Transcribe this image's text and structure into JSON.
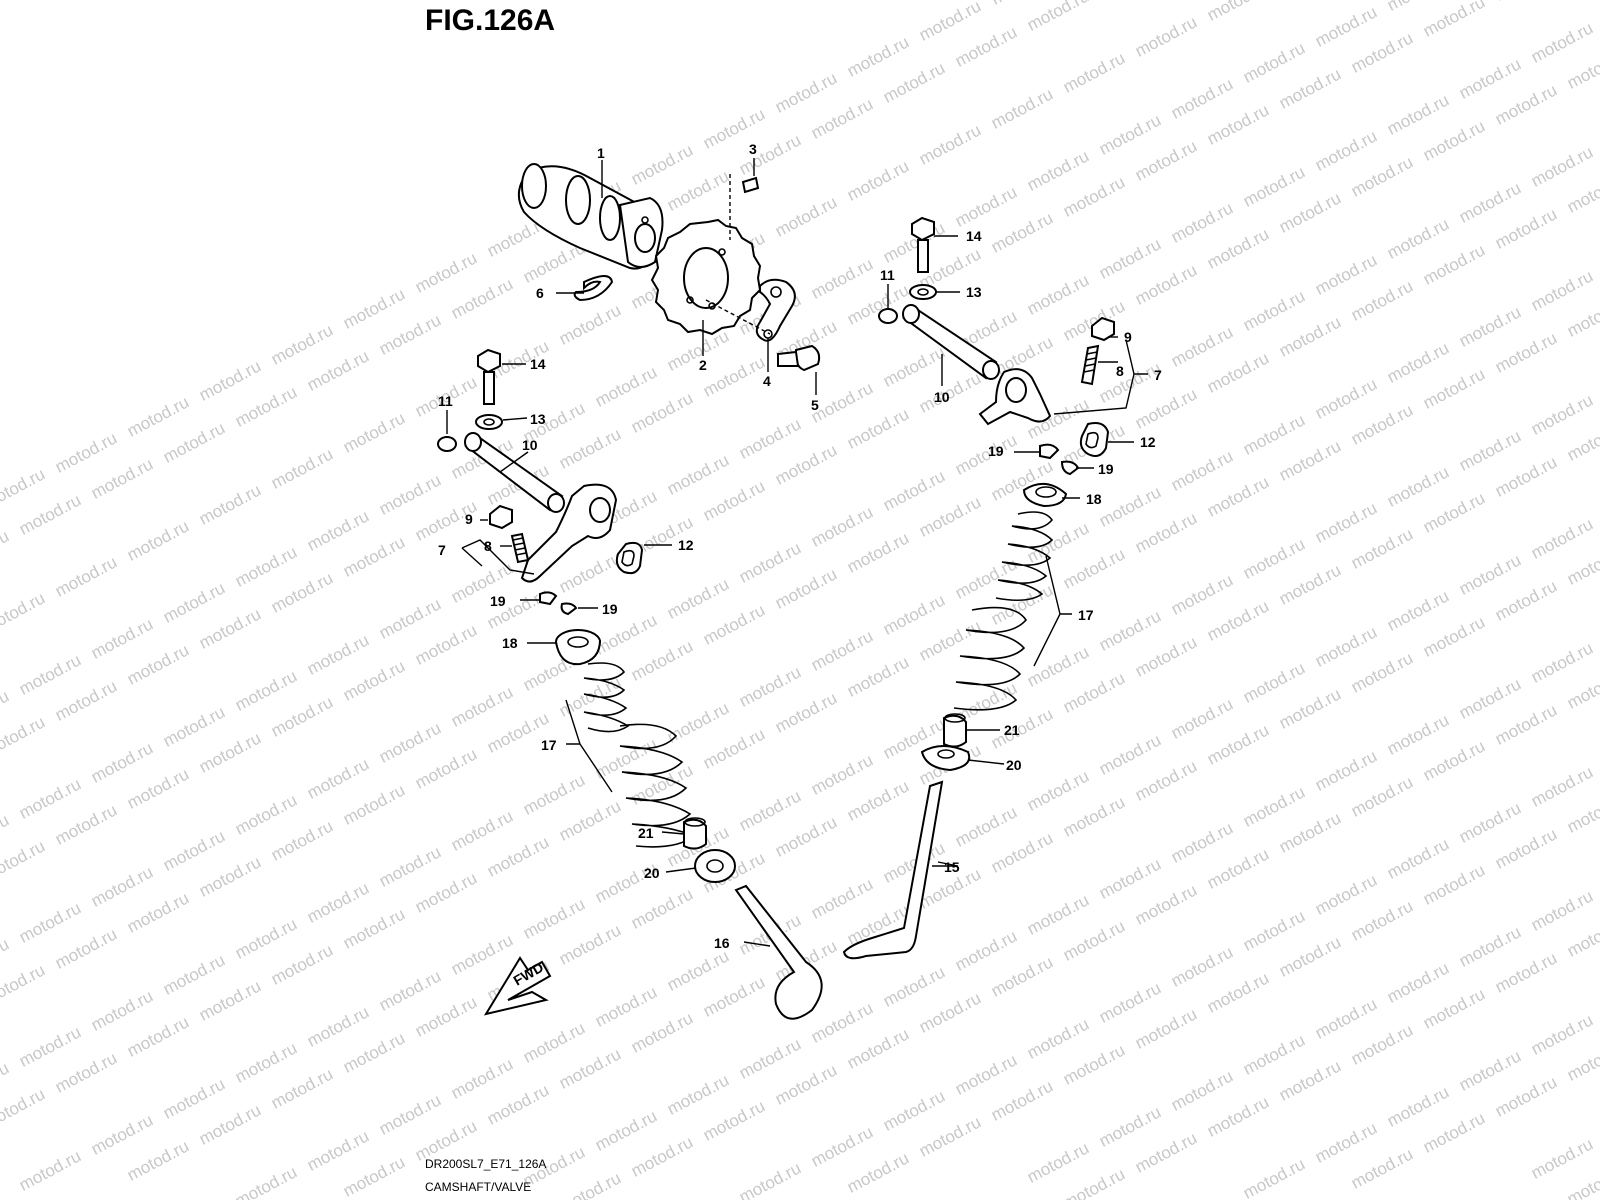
{
  "figure": {
    "title": "FIG.126A",
    "model_code": "DR200SL7_E71_126A",
    "caption": "CAMSHAFT/VALVE"
  },
  "watermark": "motod.ru",
  "fwd_label": "FWD",
  "parts": {
    "p1": "1",
    "p2": "2",
    "p3": "3",
    "p4": "4",
    "p5": "5",
    "p6": "6",
    "p7": "7",
    "p8": "8",
    "p9": "9",
    "p10": "10",
    "p11": "11",
    "p12": "12",
    "p13": "13",
    "p14": "14",
    "p15": "15",
    "p16": "16",
    "p17": "17",
    "p18": "18",
    "p19": "19",
    "p20": "20",
    "p21": "21"
  },
  "colors": {
    "line": "#000000",
    "watermark": "#c8c8c8"
  }
}
